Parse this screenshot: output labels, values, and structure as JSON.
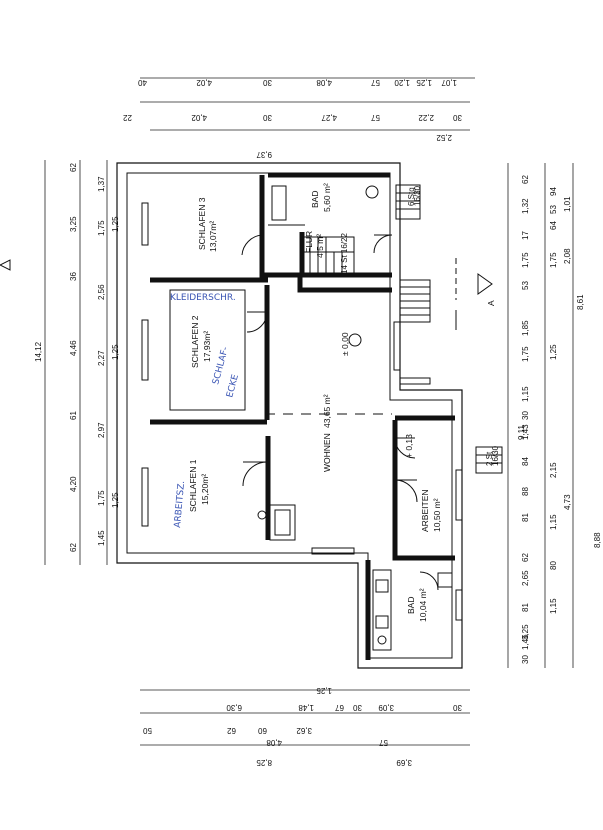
{
  "rooms": {
    "schlafen3": {
      "name": "SCHLAFEN 3",
      "area": "13,07m²"
    },
    "schlafen2": {
      "name": "SCHLAFEN 2",
      "area": "17,93m²"
    },
    "schlafen1": {
      "name": "SCHLAFEN 1",
      "area": "15,20m²"
    },
    "wohnen": {
      "name": "WOHNEN",
      "area": "43,65 m²"
    },
    "bad_top": {
      "name": "BAD",
      "area": "5,60 m²"
    },
    "flur": {
      "name": "FLUR",
      "area": "4,5 m²"
    },
    "arbeiten": {
      "name": "ARBEITEN",
      "area": "10,50 m²"
    },
    "bad_bottom": {
      "name": "BAD",
      "area": "10,04 m²"
    }
  },
  "levels": {
    "main": "± 0,00",
    "arbeiten": "+ 0,13"
  },
  "handwritten": {
    "kleiderschr": "KLEIDERSCHR.",
    "schlafecke_1": "SCHLAF-",
    "schlafecke_2": "ECKE",
    "arbeitsz": "ARBEITSZ."
  },
  "stairs": {
    "top": "14 St 16/22",
    "side_1": "6 Stg",
    "side_2": "16/30",
    "small_1": "2 St",
    "small_2": "16/30"
  },
  "section_marker": "A",
  "dims_top": {
    "overall": "9,37",
    "row1": [
      "22",
      "4,02",
      "30",
      "4,27",
      "57",
      "2,22",
      "30"
    ],
    "overall2": "2,52",
    "row2": [
      "40",
      "4,02",
      "30",
      "4,08",
      "57",
      "1,20",
      "1,25",
      "1,07"
    ]
  },
  "dims_left": {
    "overall": "14,12",
    "row1": [
      "62",
      "3,25",
      "36",
      "4,46",
      "61",
      "4,20",
      "62"
    ],
    "row2": [
      "1,37",
      "1,75",
      "2,56",
      "2,27",
      "2,97",
      "1,75",
      "1,45"
    ],
    "row3": [
      "1,25",
      "1,25",
      "1,25"
    ]
  },
  "dims_right": {
    "overall": "9,11",
    "overall2": "8,61",
    "overall3": "8,88",
    "row1": [
      "62",
      "1,32",
      "17",
      "1,75",
      "53",
      "1,85",
      "1,75",
      "1,15",
      "30",
      "1,43",
      "84",
      "88",
      "81",
      "2,65",
      "62",
      "81",
      "3,25",
      "1,46",
      "30"
    ],
    "row2": [
      "94",
      "53",
      "64",
      "1,75",
      "1,25",
      "2,15",
      "1,15",
      "80",
      "1,15"
    ],
    "row3": [
      "1,01",
      "2,08",
      "4,73"
    ]
  },
  "dims_bottom": {
    "row1": [
      "1,25",
      "1,48",
      "30",
      "67",
      "3,09",
      "30"
    ],
    "row2": [
      "6,30"
    ],
    "row3": [
      "50",
      "62",
      "60",
      "3,62",
      "57"
    ],
    "row4": [
      "4,08",
      "3,69"
    ],
    "overall": "8,25"
  }
}
